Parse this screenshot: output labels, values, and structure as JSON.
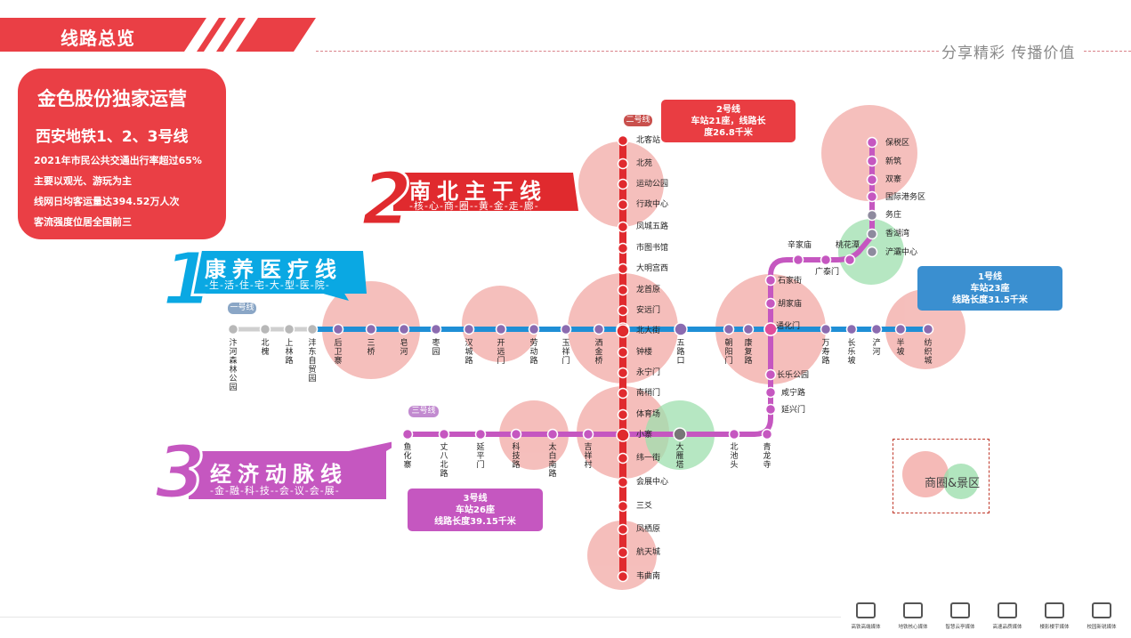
{
  "header": {
    "title": "线路总览",
    "slogan": "分享精彩 传播价值"
  },
  "info": {
    "heading": "金色股份独家运营",
    "lines_label": "西安地铁1、2、3号线",
    "facts": [
      "2021年市民公共交通出行率超过65%",
      "主要以观光、游玩为主",
      "线网日均客运量达394.52万人次",
      "客流强度位居全国前三"
    ]
  },
  "lines": {
    "line1": {
      "number": "1",
      "title": "康养医疗线",
      "subtitle": "-生-活-住-宅-大-型-医-院-",
      "tag": "一号线",
      "box": [
        "1号线",
        "车站23座",
        "线路长度31.5千米"
      ],
      "color": "#1f8fd6"
    },
    "line2": {
      "number": "2",
      "title": "南北主干线",
      "subtitle": "-核-心-商-圈--黄-金-走-廊-",
      "tag": "二号线",
      "box": [
        "2号线",
        "车站21座，线路长",
        "度26.8千米"
      ],
      "color": "#e02a2e"
    },
    "line3": {
      "number": "3",
      "title": "经济动脉线",
      "subtitle": "-金-融-科-技--会-议-会-展-",
      "tag": "三号线",
      "box": [
        "3号线",
        "车站26座",
        "线路长度39.15千米"
      ],
      "color": "#c557c0"
    }
  },
  "stations": {
    "line1": [
      "汴河森林公园",
      "北槐",
      "上林路",
      "沣东自贸园",
      "后卫寨",
      "三桥",
      "皂河",
      "枣园",
      "汉城路",
      "开远门",
      "劳动路",
      "玉祥门",
      "洒金桥",
      "北大街",
      "五路口",
      "朝阳门",
      "康复路",
      "通化门",
      "万寿路",
      "长乐坡",
      "浐河",
      "半坡",
      "纺织城"
    ],
    "line2": [
      "北客站",
      "北苑",
      "运动公园",
      "行政中心",
      "凤城五路",
      "市图书馆",
      "大明宫西",
      "龙首原",
      "安远门",
      "北大街",
      "钟楼",
      "永宁门",
      "南稍门",
      "体育场",
      "小寨",
      "纬一街",
      "会展中心",
      "三爻",
      "凤栖原",
      "航天城",
      "韦曲南"
    ],
    "line3_west": [
      "鱼化寨",
      "丈八北路",
      "延平门",
      "科技路",
      "太白南路",
      "吉祥村",
      "小寨",
      "大雁塔",
      "北池头",
      "青龙寺"
    ],
    "line3_north": [
      "延兴门",
      "咸宁路",
      "长乐公园",
      "通化门",
      "胡家庙",
      "石家街",
      "辛家庙",
      "广泰门",
      "桃花潭",
      "浐灞中心",
      "香湖湾",
      "务庄",
      "国际港务区",
      "双寨",
      "新筑",
      "保税区"
    ]
  },
  "legend": {
    "label": "商圈&景区"
  },
  "footer": [
    "高铁高端媒体",
    "地铁核心媒体",
    "智慧云亭媒体",
    "高速品质媒体",
    "楼影楼宇媒体",
    "校园新锐媒体"
  ],
  "colors": {
    "accent": "#ea3f45",
    "line1": "#1f8fd6",
    "line2": "#e02a2e",
    "line3": "#c557c0",
    "area": "#f2a9a5",
    "scenic": "#9ddfae",
    "box1": "#3a8fd0",
    "box3": "#c557c0"
  }
}
